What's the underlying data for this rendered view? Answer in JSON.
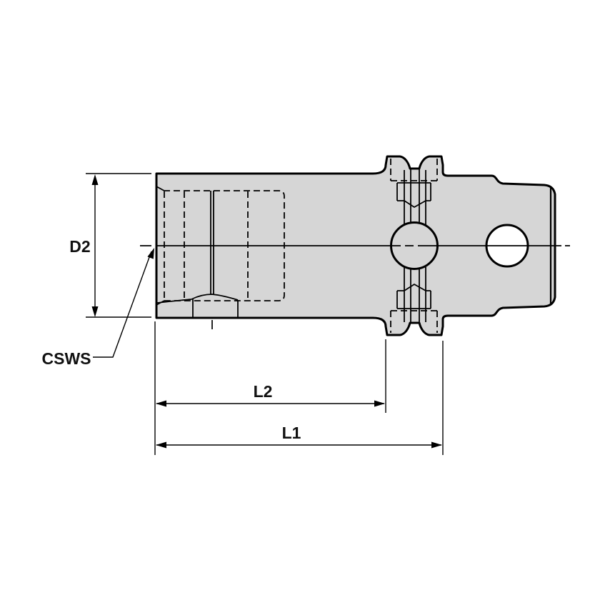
{
  "drawing": {
    "description": "Engineering line drawing of a cylindrical toolholder adapter with V-groove flange, side view",
    "labels": {
      "d2": "D2",
      "csws": "CSWS",
      "l2": "L2",
      "l1": "L1"
    }
  },
  "colors": {
    "background": "#ffffff",
    "part_fill": "#d6d6d6",
    "line": "#000000",
    "text": "#111111"
  }
}
